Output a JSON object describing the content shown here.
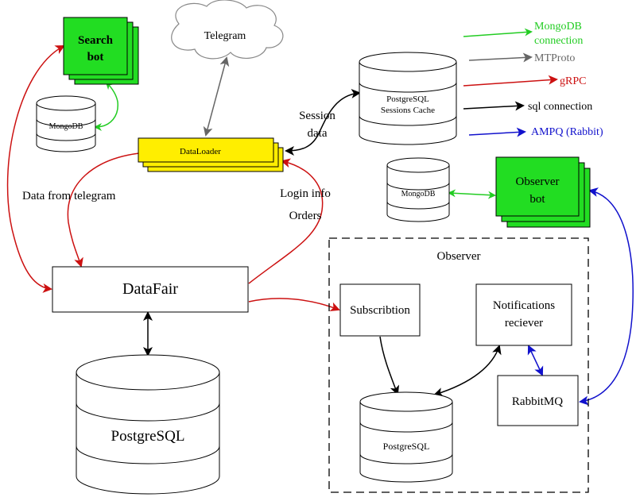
{
  "legend": {
    "mongodb": "MongoDB connection",
    "mongodb_line1": "MongoDB",
    "mongodb_line2": "connection",
    "mtproto": "MTProto",
    "grpc": "gRPC",
    "sql": "sql connection",
    "ampq": "AMPQ (Rabbit)"
  },
  "colors": {
    "mongodb": "#22cc22",
    "mtproto": "#666666",
    "grpc": "#cc1111",
    "sql": "#000000",
    "ampq": "#1111cc",
    "bot_fill": "#22dd22",
    "loader_fill": "#ffee00"
  },
  "nodes": {
    "search_bot_line1": "Search",
    "search_bot_line2": "bot",
    "mongodb_small": "MongoDB",
    "telegram": "Telegram",
    "dataloader": "DataLoader",
    "pg_cache_line1": "PostgreSQL",
    "pg_cache_line2": "Sessions Cache",
    "mongodb_observer": "MongoDB",
    "observer_bot_line1": "Observer",
    "observer_bot_line2": "bot",
    "datafair": "DataFair",
    "postgresql_main": "PostgreSQL",
    "observer_group": "Observer",
    "subscription": "Subscribtion",
    "notifications_line1": "Notifications",
    "notifications_line2": "reciever",
    "rabbitmq": "RabbitMQ",
    "postgresql_observer": "PostgreSQL"
  },
  "edge_labels": {
    "data_from_telegram": "Data from telegram",
    "session_data_line1": "Session",
    "session_data_line2": "data",
    "login_info": "Login info",
    "orders": "Orders"
  }
}
